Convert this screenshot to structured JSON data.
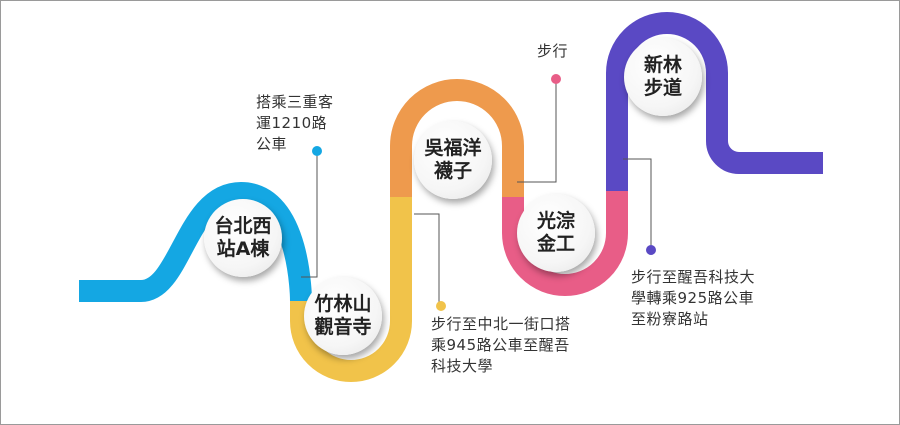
{
  "stops": [
    {
      "line1": "台北西",
      "line2": "站A棟"
    },
    {
      "line1": "竹林山",
      "line2": "觀音寺"
    },
    {
      "line1": "吳福洋",
      "line2": "襪子"
    },
    {
      "line1": "光淙",
      "line2": "金工"
    },
    {
      "line1": "新林",
      "line2": "步道"
    }
  ],
  "notes": [
    {
      "lines": [
        "搭乘三重客",
        "運1210路",
        "公車"
      ]
    },
    {
      "lines": [
        "步行至中北一街口搭",
        "乘945路公車至醒吾",
        "科技大學"
      ]
    },
    {
      "lines": [
        "步行"
      ]
    },
    {
      "lines": [
        "步行至醒吾科技大",
        "學轉乘925路公車",
        "至粉寮路站"
      ]
    }
  ],
  "colors": {
    "blue": "#14a7e3",
    "yellow": "#f1c34a",
    "orange": "#ee9a4d",
    "pink": "#e85d87",
    "purple": "#5a49c4",
    "connector": "#555555"
  }
}
